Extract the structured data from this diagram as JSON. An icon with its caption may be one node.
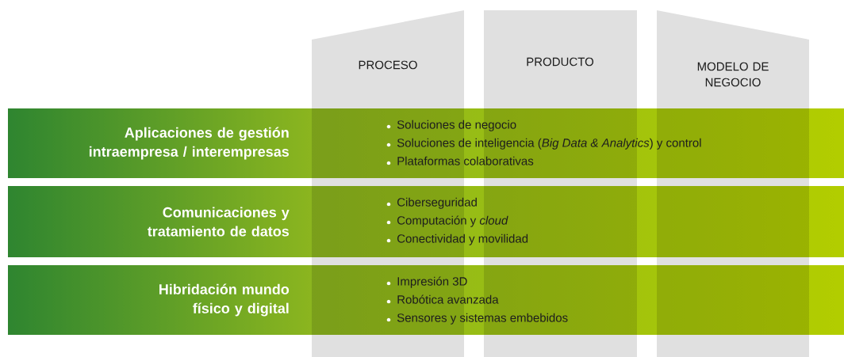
{
  "diagram": {
    "nodes": [
      {
        "text": [
          "PROCESO"
        ]
      },
      {
        "text": [
          "PRODUCTO"
        ]
      },
      {
        "text": [
          "MODELO DE NEGOCIO"
        ]
      },
      {
        "text": [
          "Aplicaciones de gestión intraempresa / interempresas",
          "Soluciones de negocio",
          "Soluciones de inteligencia (*Big Data & Analytics*) y control",
          "Plataformas colaborativas"
        ]
      },
      {
        "text": [
          "Comunicaciones y tratamiento de datos",
          "Ciberseguridad",
          "Computación y *cloud*",
          "Conectividad y movilidad"
        ]
      },
      {
        "text": [
          "Hibridación mundo físico y digital",
          "Impresión 3D",
          "Robótica avanzada",
          "Sensores y sistemas embebidos"
        ]
      }
    ]
  }
}
